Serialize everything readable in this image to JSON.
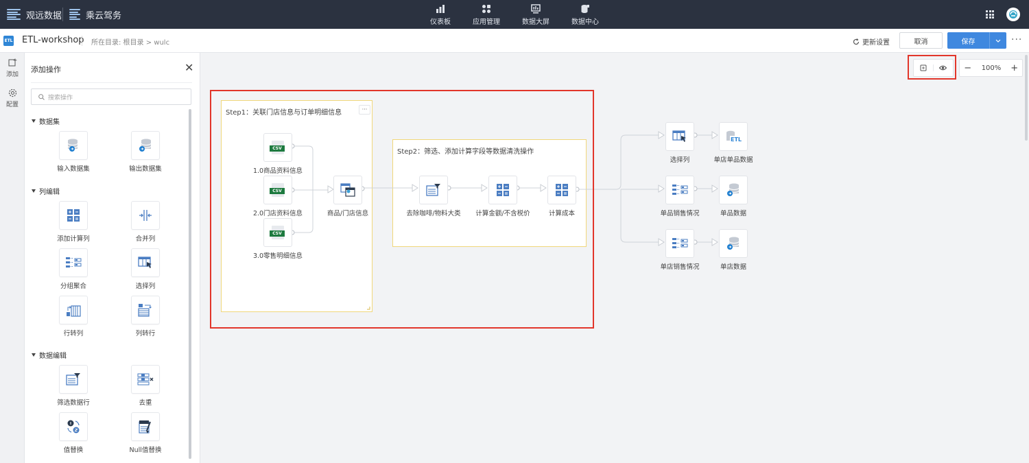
{
  "header": {
    "brand1": "观远数据",
    "brand2": "乘云驾务",
    "nav": [
      {
        "label": "仪表板",
        "icon": "bar-chart-icon"
      },
      {
        "label": "应用管理",
        "icon": "apps-icon"
      },
      {
        "label": "数据大屏",
        "icon": "screen-icon"
      },
      {
        "label": "数据中心",
        "icon": "database-icon"
      }
    ]
  },
  "subbar": {
    "badge": "ETL",
    "title": "ETL-workshop",
    "breadcrumb": "所在目录: 根目录 > wulc",
    "update": "更新设置",
    "cancel": "取消",
    "save": "保存",
    "more": "···"
  },
  "rail": {
    "add": "添加",
    "config": "配置"
  },
  "panel": {
    "title": "添加操作",
    "close": "✕",
    "search_placeholder": "搜索操作",
    "sections": [
      {
        "label": "数据集",
        "items": [
          "输入数据集",
          "输出数据集"
        ]
      },
      {
        "label": "列编辑",
        "items": [
          "添加计算列",
          "合并列",
          "分组聚合",
          "选择列",
          "行转列",
          "列转行"
        ]
      },
      {
        "label": "数据编辑",
        "items": [
          "筛选数据行",
          "去重",
          "值替换",
          "Null值替换"
        ]
      }
    ]
  },
  "canvas": {
    "zoom": "100%",
    "zoom_minus": "−",
    "zoom_plus": "+",
    "step1": {
      "title": "Step1：关联门店信息与订单明细信息",
      "menu": "···"
    },
    "step2": {
      "title": "Step2：筛选、添加计算字段等数据清洗操作"
    },
    "nodes": {
      "csv1": "1.0商品资料信息",
      "csv2": "2.0门店资料信息",
      "csv3": "3.0零售明细信息",
      "join": "商品/门店信息",
      "filter": "去除咖啡/物料大类",
      "calc1": "计算金额/不含税价",
      "calc2": "计算成本",
      "select": "选择列",
      "out1": "单店单品数据",
      "group1": "单品销售情况",
      "out2": "单品数据",
      "group2": "单店销售情况",
      "out3": "单店数据"
    },
    "csv_tag": "CSV",
    "etl_tag": "ETL"
  }
}
